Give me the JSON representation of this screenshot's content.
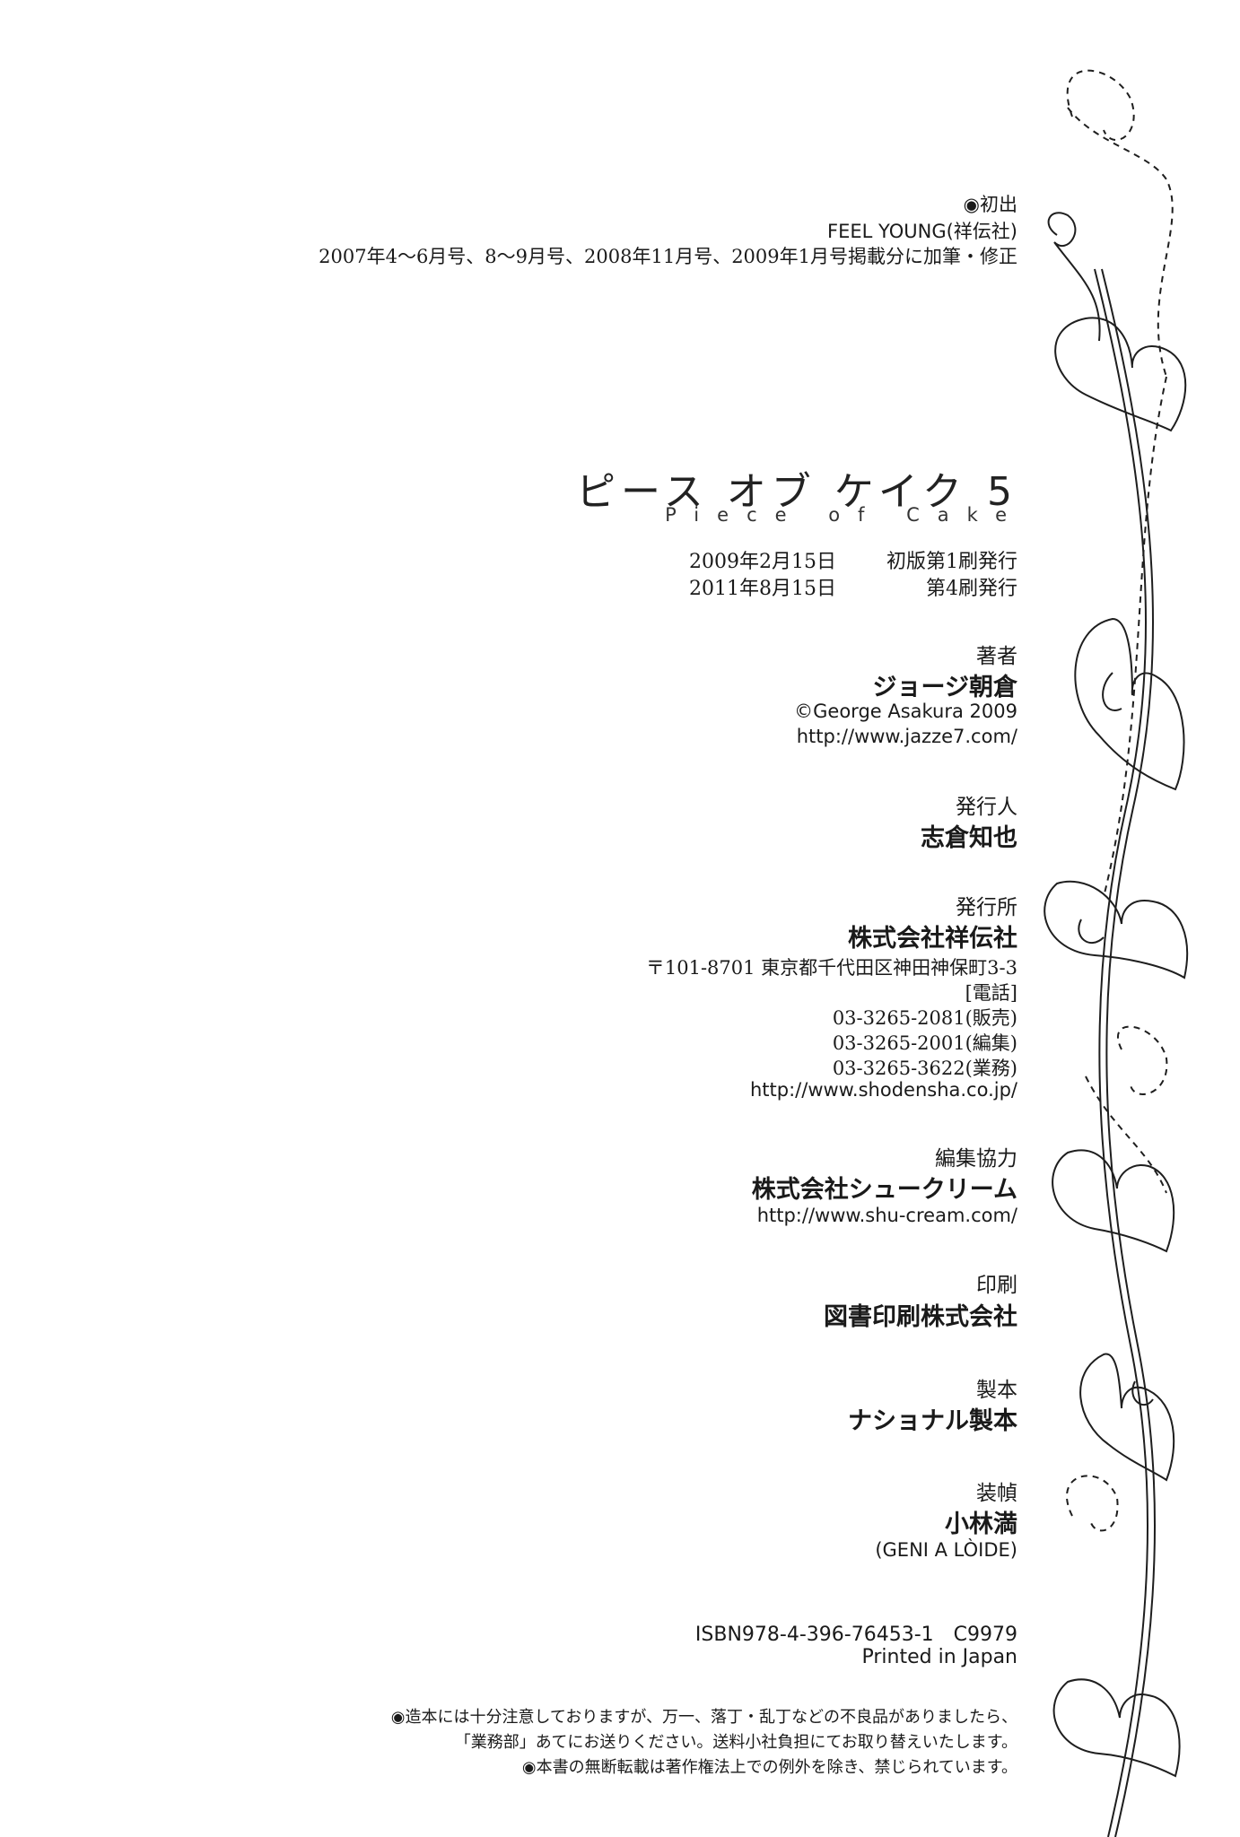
{
  "first_appearance": {
    "heading": "◉初出",
    "magazine": "FEEL YOUNG(祥伝社)",
    "issues": "2007年4〜6月号、8〜9月号、2008年11月号、2009年1月号掲載分に加筆・修正"
  },
  "title": {
    "japanese": "ピース オブ ケイク",
    "volume": "5",
    "english": "Piece of Cake"
  },
  "editions": [
    {
      "date": "2009年2月15日",
      "edition": "初版第1刷発行"
    },
    {
      "date": "2011年8月15日",
      "edition": "第4刷発行"
    }
  ],
  "author": {
    "label": "著者",
    "name": "ジョージ朝倉",
    "copyright": "©George Asakura 2009",
    "url": "http://www.jazze7.com/"
  },
  "publisher_person": {
    "label": "発行人",
    "name": "志倉知也"
  },
  "publisher": {
    "label": "発行所",
    "name": "株式会社祥伝社",
    "address": "〒101-8701 東京都千代田区神田神保町3-3",
    "phone_label": "[電話]",
    "phones": [
      "03-3265-2081(販売)",
      "03-3265-2001(編集)",
      "03-3265-3622(業務)"
    ],
    "url": "http://www.shodensha.co.jp/"
  },
  "editorial_cooperation": {
    "label": "編集協力",
    "name": "株式会社シュークリーム",
    "url": "http://www.shu-cream.com/"
  },
  "printing": {
    "label": "印刷",
    "name": "図書印刷株式会社"
  },
  "binding": {
    "label": "製本",
    "name": "ナショナル製本"
  },
  "design": {
    "label": "装幀",
    "name": "小林満",
    "studio": "(GENI A LÒIDE)"
  },
  "isbn": "ISBN978-4-396-76453-1　C9979",
  "printed_in": "Printed in Japan",
  "notices": [
    "◉造本には十分注意しておりますが、万一、落丁・乱丁などの不良品がありましたら、",
    "「業務部」あてにお送りください。送料小社負担にてお取り替えいたします。",
    "◉本書の無断転載は著作権法上での例外を除き、禁じられています。"
  ]
}
